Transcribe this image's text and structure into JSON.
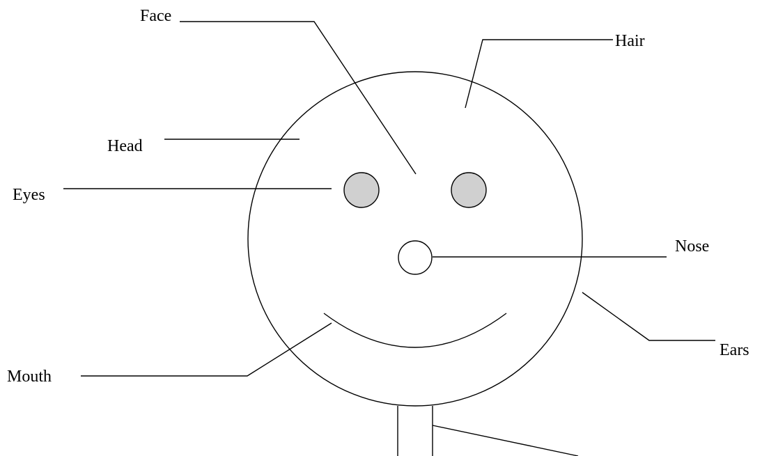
{
  "diagram": {
    "labels": {
      "face": "Face",
      "hair": "Hair",
      "head": "Head",
      "eyes": "Eyes",
      "nose": "Nose",
      "ears": "Ears",
      "mouth": "Mouth"
    },
    "colors": {
      "stroke": "#000000",
      "eye_fill": "#d0d0d0",
      "nose_fill": "#ffffff",
      "background": "#ffffff"
    }
  }
}
